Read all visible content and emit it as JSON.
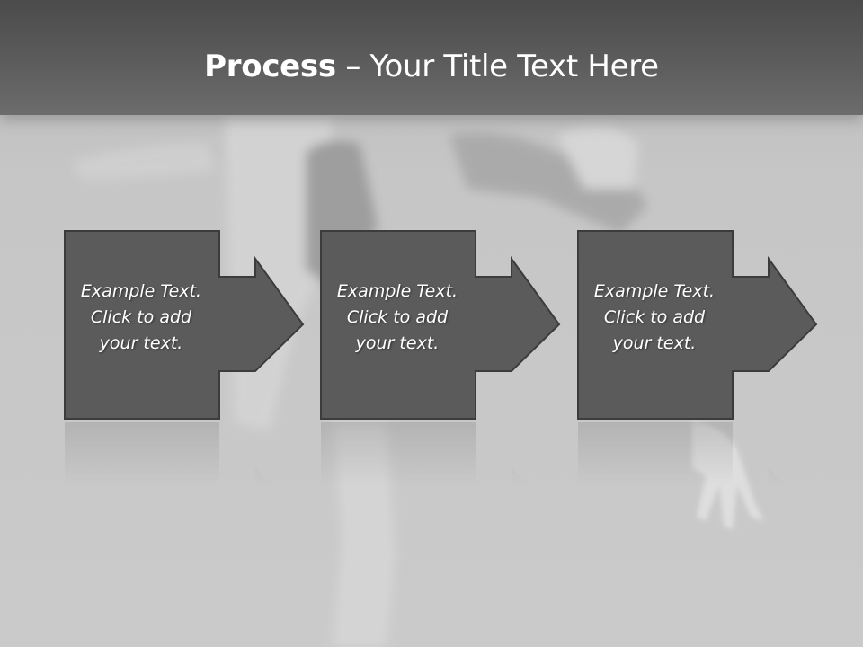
{
  "slide": {
    "title_bold": "Process",
    "title_separator": " – ",
    "title_rest": "Your Title Text Here"
  },
  "steps": [
    {
      "line1": "Example Text.",
      "line2": "Click  to add",
      "line3": "your text."
    },
    {
      "line1": "Example Text.",
      "line2": "Click  to add",
      "line3": "your text."
    },
    {
      "line1": "Example Text.",
      "line2": "Click  to add",
      "line3": "your text."
    }
  ],
  "colors": {
    "header": "#555555",
    "box_fill": "#5b5b5b",
    "box_border": "#3a3a3a",
    "background": "#c8c8c8",
    "text": "#ffffff"
  }
}
